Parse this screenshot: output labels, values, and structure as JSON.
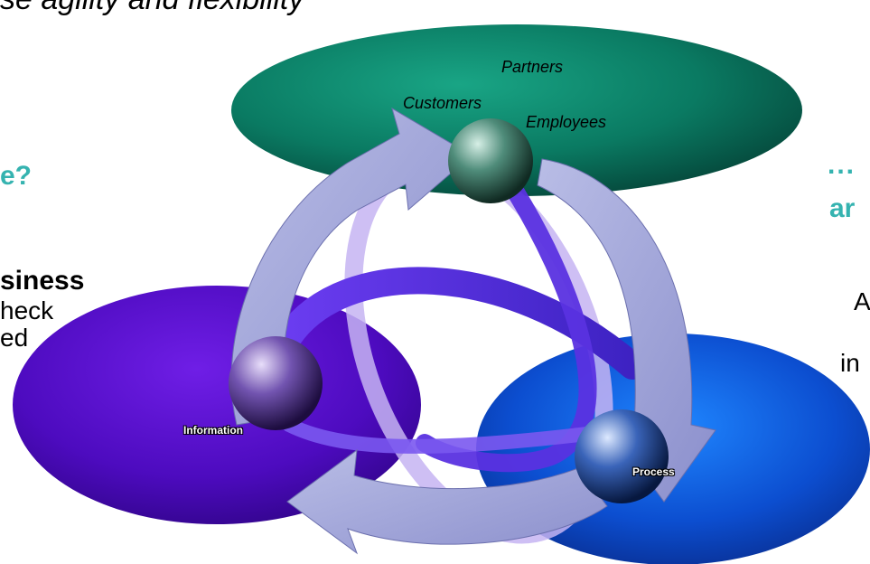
{
  "text": {
    "top_cut": "se agility and flexibility",
    "heading_left": "e?",
    "left_bold": "siness",
    "left_line_2": "heck",
    "left_line_3": "ed",
    "heading_right_1": "...",
    "heading_right_2": "ar",
    "right_line_3": "A",
    "right_line_4": "in"
  },
  "diagram": {
    "top_labels": {
      "partners": "Partners",
      "customers": "Customers",
      "employees": "Employees"
    },
    "left_sphere_label": "Information",
    "right_sphere_label": "Process"
  },
  "colors": {
    "heading_teal": "#35b3b0",
    "top_ellipse": "#0b7f68",
    "left_ellipse": "#5a10c8",
    "right_ellipse": "#0a55d8",
    "arrow": "#9ea3d6",
    "ribbon": "#5533dd"
  }
}
